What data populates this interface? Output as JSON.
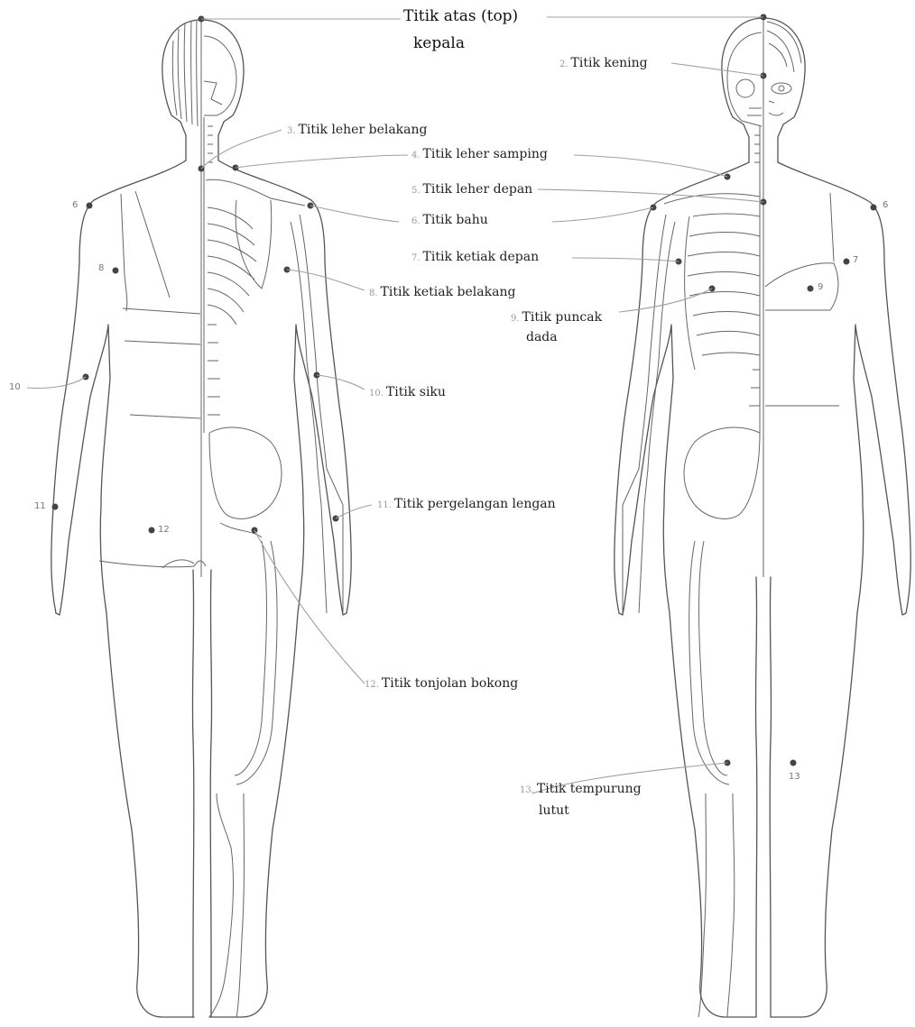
{
  "top_label": {
    "line1": "Titik atas (top)",
    "line2": "kepala"
  },
  "labels": [
    {
      "id": "2",
      "num": "2.",
      "text": "Titik kening"
    },
    {
      "id": "3",
      "num": "3.",
      "text": "Titik leher belakang"
    },
    {
      "id": "4",
      "num": "4.",
      "text": "Titik leher samping"
    },
    {
      "id": "5",
      "num": "5.",
      "text": "Titik leher depan"
    },
    {
      "id": "6",
      "num": "6.",
      "text": "Titik bahu"
    },
    {
      "id": "7",
      "num": "7.",
      "text": "Titik ketiak depan"
    },
    {
      "id": "8",
      "num": "8.",
      "text": "Titik ketiak belakang"
    },
    {
      "id": "9",
      "num": "9.",
      "text": "Titik puncak",
      "text2": "dada"
    },
    {
      "id": "10",
      "num": "10.",
      "text": "Titik siku"
    },
    {
      "id": "11",
      "num": "11.",
      "text": "Titik pergelangan lengan"
    },
    {
      "id": "12",
      "num": "12.",
      "text": "Titik tonjolan bokong"
    },
    {
      "id": "13",
      "num": "13.",
      "text": "Titik tempurung",
      "text2": "lutut"
    }
  ],
  "figure_markers": {
    "back_6": "6",
    "back_8": "8",
    "back_10": "10",
    "back_11": "11",
    "back_12": "12",
    "front_6": "6",
    "front_7": "7",
    "front_9": "9",
    "front_13": "13"
  },
  "colors": {
    "line": "#555555",
    "leader": "#9a9a9a",
    "dot": "#444444",
    "text": "#222222"
  }
}
